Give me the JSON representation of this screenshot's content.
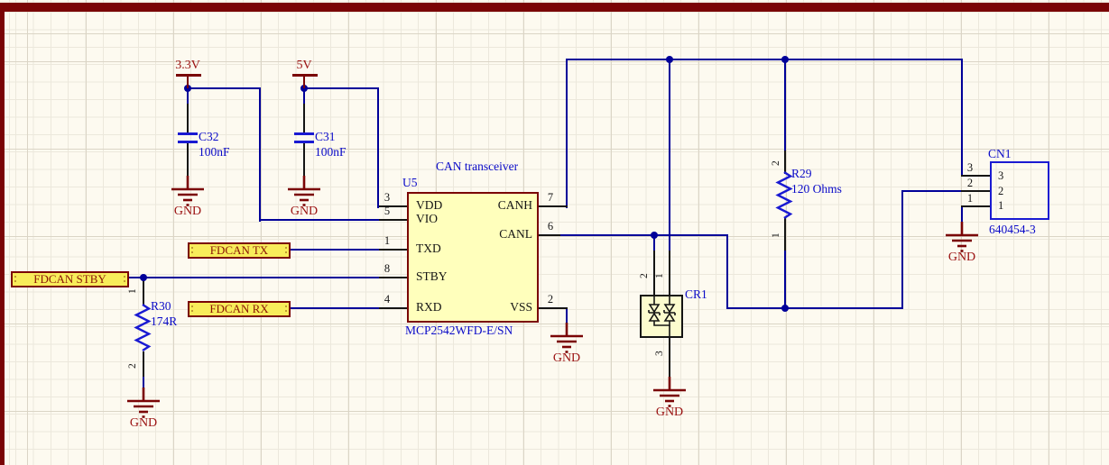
{
  "colors": {
    "sheet_border": "#7A0405",
    "background": "#FDFAF0",
    "wire": "#000099",
    "component_blue": "#1A1AD2",
    "designator_text": "#0A0AC8",
    "net_text": "#9A1010",
    "port_fill": "#F8EC5A",
    "body_fill": "#FFFFBC"
  },
  "power": {
    "v33": "3.3V",
    "v5": "5V",
    "gnd": "GND"
  },
  "ports": {
    "tx": "FDCAN TX",
    "stby": "FDCAN STBY",
    "rx": "FDCAN RX"
  },
  "u5": {
    "comment": "CAN transceiver",
    "designator": "U5",
    "part_number": "MCP2542WFD-E/SN",
    "pins": {
      "vdd": {
        "num": "3",
        "name": "VDD"
      },
      "vio": {
        "num": "5",
        "name": "VIO"
      },
      "txd": {
        "num": "1",
        "name": "TXD"
      },
      "stby": {
        "num": "8",
        "name": "STBY"
      },
      "rxd": {
        "num": "4",
        "name": "RXD"
      },
      "canh": {
        "num": "7",
        "name": "CANH"
      },
      "canl": {
        "num": "6",
        "name": "CANL"
      },
      "vss": {
        "num": "2",
        "name": "VSS"
      }
    }
  },
  "c32": {
    "designator": "C32",
    "value": "100nF"
  },
  "c31": {
    "designator": "C31",
    "value": "100nF"
  },
  "r30": {
    "designator": "R30",
    "value": "174R",
    "pin1": "1",
    "pin2": "2"
  },
  "r29": {
    "designator": "R29",
    "value": "120 Ohms",
    "pin1": "1",
    "pin2": "2"
  },
  "cr1": {
    "designator": "CR1",
    "pin1": "1",
    "pin2": "2",
    "pin3": "3"
  },
  "cn1": {
    "designator": "CN1",
    "part_number": "640454-3",
    "pin1": "1",
    "pin2": "2",
    "pin3": "3"
  }
}
